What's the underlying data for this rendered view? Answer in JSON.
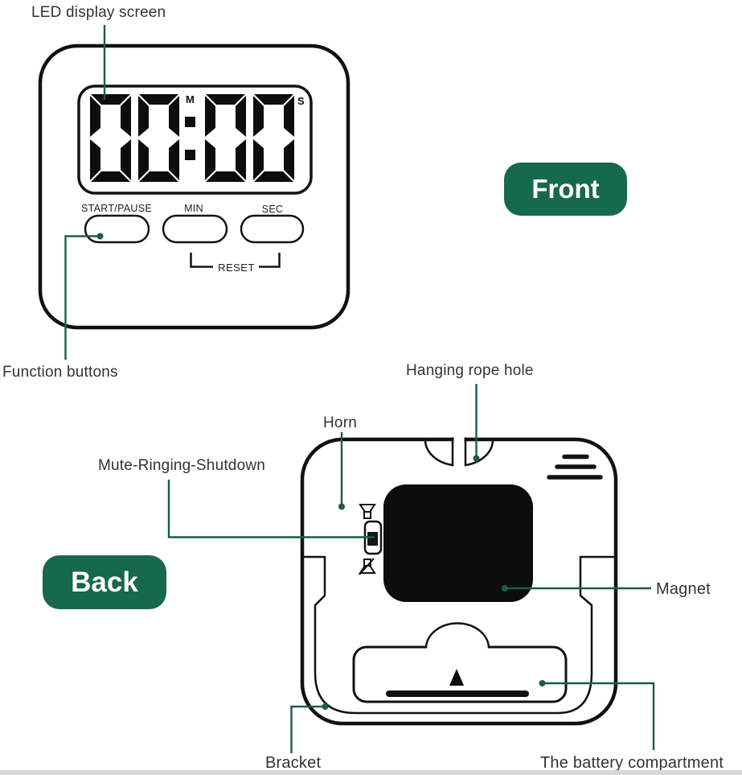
{
  "front_view": {
    "badge": "Front",
    "display": {
      "value": "00:00",
      "minutes_label": "M",
      "seconds_label": "S"
    },
    "buttons": {
      "start_pause": "START/PAUSE",
      "min": "MIN",
      "sec": "SEC",
      "reset": "RESET"
    }
  },
  "back_view": {
    "badge": "Back"
  },
  "annotations": {
    "led_display": "LED display screen",
    "function_buttons": "Function buttons",
    "hanging_rope_hole": "Hanging rope hole",
    "horn": "Horn",
    "mute_ringing_shutdown": "Mute-Ringing-Shutdown",
    "magnet": "Magnet",
    "bracket": "Bracket",
    "battery_compartment": "The battery compartment"
  },
  "colors": {
    "accent_green": "#16694B",
    "leader_line": "#1D5B4C",
    "line_art": "#111111",
    "label_text": "#333333"
  }
}
